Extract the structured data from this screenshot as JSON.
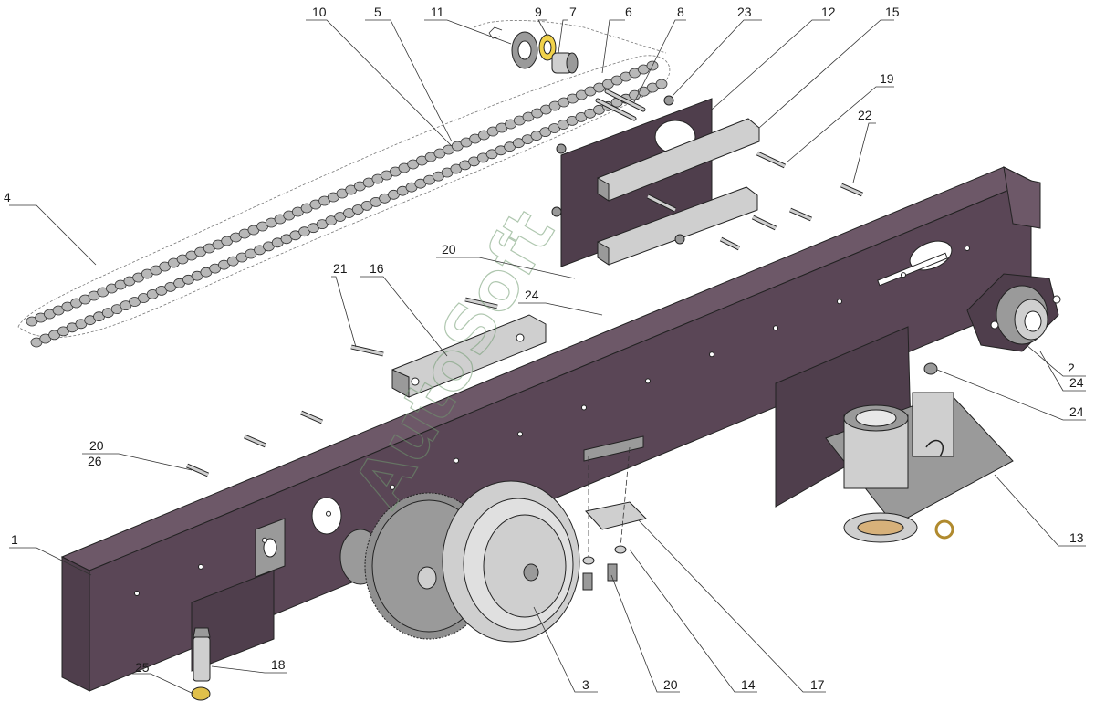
{
  "watermark": "AutoSoft",
  "callouts": {
    "c1": "1",
    "c2": "2",
    "c3": "3",
    "c4": "4",
    "c5": "5",
    "c6": "6",
    "c7": "7",
    "c8": "8",
    "c9": "9",
    "c10": "10",
    "c11": "11",
    "c12": "12",
    "c13": "13",
    "c14": "14",
    "c15": "15",
    "c16": "16",
    "c17": "17",
    "c18": "18",
    "c19": "19",
    "c20a": "20",
    "c20b": "20",
    "c20c": "20",
    "c21": "21",
    "c22": "22",
    "c23": "23",
    "c24a": "24",
    "c24b": "24",
    "c24c": "24",
    "c25": "25",
    "c26": "26"
  }
}
